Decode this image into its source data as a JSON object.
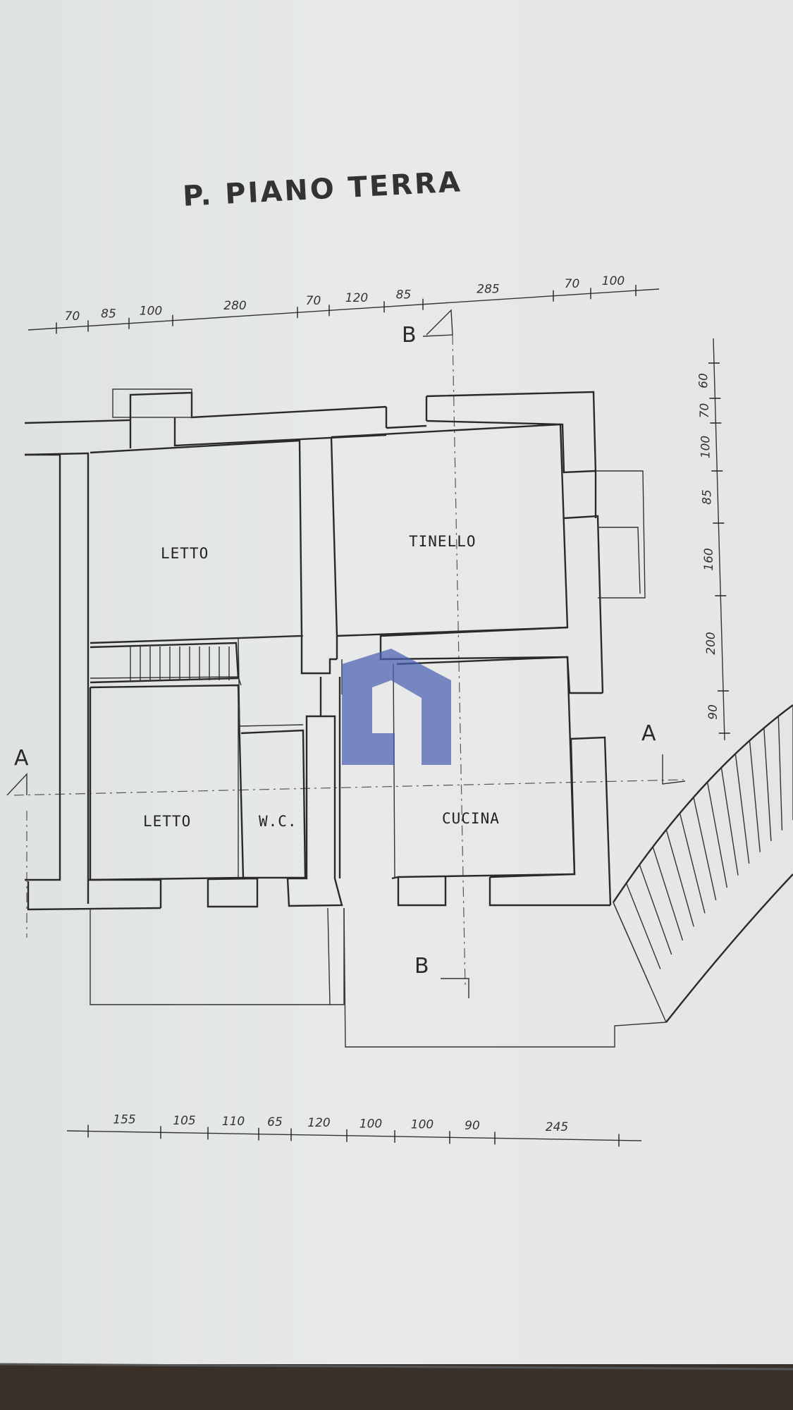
{
  "title": "P. PIANO TERRA",
  "rooms": {
    "letto_top": "LETTO",
    "tinello": "TINELLO",
    "letto_bottom": "LETTO",
    "wc": "W.C.",
    "cucina": "CUCINA"
  },
  "section_markers": {
    "a_left": "A",
    "a_right": "A",
    "b_top": "B",
    "b_bottom": "B"
  },
  "dimensions": {
    "top": [
      "70",
      "85",
      "100",
      "280",
      "70",
      "120",
      "85",
      "285",
      "70",
      "100"
    ],
    "bottom": [
      "155",
      "105",
      "110",
      "65",
      "120",
      "100",
      "100",
      "90",
      "245"
    ],
    "right": [
      "60",
      "70",
      "100",
      "85",
      "160",
      "200",
      "90"
    ]
  },
  "colors": {
    "paper": "#e4e6e6",
    "ink": "#2a2a2a",
    "watermark": "#4a5fb0"
  },
  "watermark_icon": "house-logo-icon"
}
